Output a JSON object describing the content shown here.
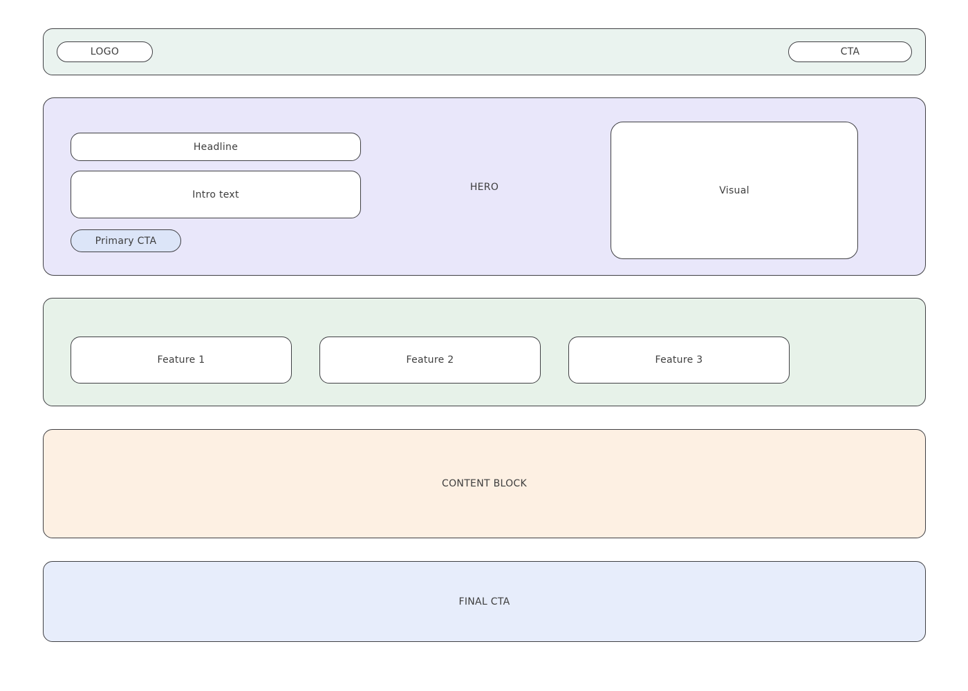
{
  "header": {
    "logo_label": "LOGO",
    "cta_label": "CTA"
  },
  "hero": {
    "section_label": "HERO",
    "headline_label": "Headline",
    "intro_label": "Intro text",
    "primary_cta_label": "Primary CTA",
    "visual_label": "Visual"
  },
  "features": {
    "items": [
      {
        "label": "Feature 1"
      },
      {
        "label": "Feature 2"
      },
      {
        "label": "Feature 3"
      }
    ]
  },
  "content_block": {
    "label": "CONTENT BLOCK"
  },
  "final_cta": {
    "label": "FINAL CTA"
  },
  "colors": {
    "header_bg": "#eaf3ef",
    "hero_bg": "#e9e7fa",
    "features_bg": "#e7f2e9",
    "content_bg": "#fdf0e3",
    "final_bg": "#e7edfb",
    "primary_cta_bg": "#dce5f8",
    "card_bg": "#ffffff",
    "border": "#3e3e42",
    "text": "#3d3d3d"
  }
}
